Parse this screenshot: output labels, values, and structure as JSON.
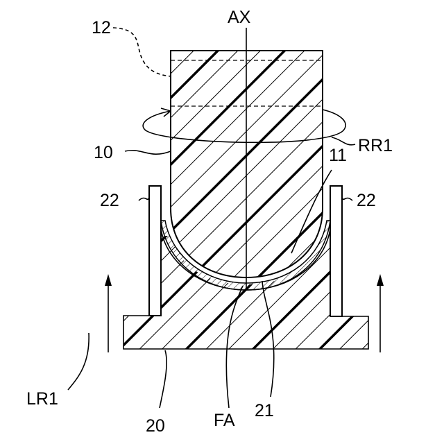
{
  "figure": {
    "labels": {
      "ax": "AX",
      "ref_12": "12",
      "ref_10": "10",
      "ref_11": "11",
      "rr1": "RR1",
      "ref_22_left": "22",
      "ref_22_right": "22",
      "lr1": "LR1",
      "ref_20": "20",
      "fa": "FA",
      "ref_21": "21"
    }
  }
}
